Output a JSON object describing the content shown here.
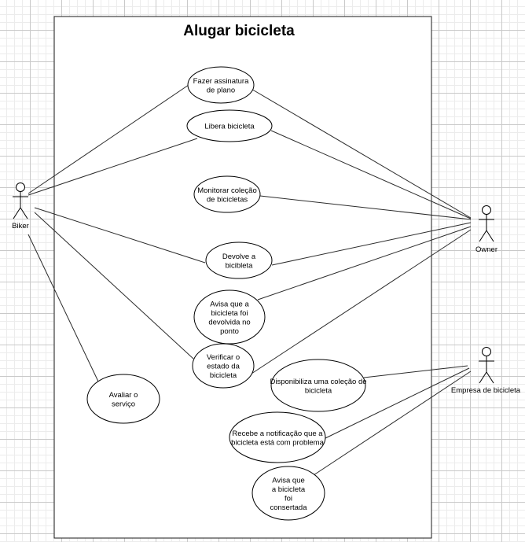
{
  "diagram": {
    "title": "Alugar bicicleta",
    "actors": [
      {
        "id": "biker",
        "name": "Biker"
      },
      {
        "id": "owner",
        "name": "Owner"
      },
      {
        "id": "empresa",
        "name": "Empresa de bicicleta"
      }
    ],
    "use_cases": [
      {
        "id": "uc1",
        "lines": [
          "Fazer assinatura",
          "de plano"
        ]
      },
      {
        "id": "uc2",
        "lines": [
          "Libera bicicleta"
        ]
      },
      {
        "id": "uc3",
        "lines": [
          "Monitorar coleção",
          "de bicicletas"
        ]
      },
      {
        "id": "uc4",
        "lines": [
          "Devolve a",
          "bicibleta"
        ]
      },
      {
        "id": "uc5",
        "lines": [
          "Avisa que a",
          "bicicleta foi",
          "devolvida no",
          "ponto"
        ]
      },
      {
        "id": "uc6",
        "lines": [
          "Verificar o",
          "estado da",
          "bicicleta"
        ]
      },
      {
        "id": "uc7",
        "lines": [
          "Avaliar o",
          "serviço"
        ]
      },
      {
        "id": "uc8",
        "lines": [
          "Disponibiliza uma coleção de",
          "bicicleta"
        ]
      },
      {
        "id": "uc9",
        "lines": [
          "Recebe a notificação que a",
          "bicicleta está com problema"
        ]
      },
      {
        "id": "uc10",
        "lines": [
          "Avisa que",
          "a bicicleta",
          "foi",
          "consertada"
        ]
      }
    ],
    "associations": [
      [
        "biker",
        "uc1"
      ],
      [
        "biker",
        "uc2"
      ],
      [
        "biker",
        "uc4"
      ],
      [
        "biker",
        "uc6"
      ],
      [
        "biker",
        "uc7"
      ],
      [
        "owner",
        "uc1"
      ],
      [
        "owner",
        "uc2"
      ],
      [
        "owner",
        "uc3"
      ],
      [
        "owner",
        "uc4"
      ],
      [
        "owner",
        "uc5"
      ],
      [
        "owner",
        "uc6"
      ],
      [
        "empresa",
        "uc8"
      ],
      [
        "empresa",
        "uc9"
      ],
      [
        "empresa",
        "uc10"
      ]
    ]
  }
}
